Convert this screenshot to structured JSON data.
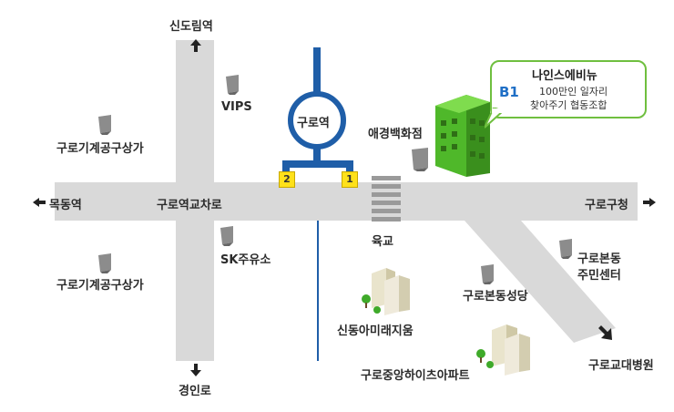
{
  "labels": {
    "sindorim": "신도림역",
    "vips": "VIPS",
    "guro_machinery_top": "구로기계공구상가",
    "mokdong": "목동역",
    "guro_intersection": "구로역교차로",
    "guro_station": "구로역",
    "aekyung": "애경백화점",
    "gurogu_office": "구로구청",
    "sk_gas": "SK주유소",
    "guro_machinery_bottom": "구로기계공구상가",
    "overpass": "육교",
    "guro_bondong_center": "구로본동\n주민센터",
    "guro_bondong_church": "구로본동성당",
    "sindong_apt": "신동아미래지움",
    "guro_central_apt": "구로중앙하이츠아파트",
    "gyeongin_ro": "경인로",
    "guro_hospital": "구로교대병원"
  },
  "exits": {
    "exit2": "2",
    "exit1": "1"
  },
  "callout": {
    "floor": "B1",
    "name": "나인스에비뉴",
    "line1": "100만인 일자리",
    "line2": "찾아주기 협동조합"
  },
  "colors": {
    "road": "#d9d9d9",
    "subway": "#1f5ea8",
    "exit": "#ffe11a",
    "building_green": "#5cc832"
  }
}
